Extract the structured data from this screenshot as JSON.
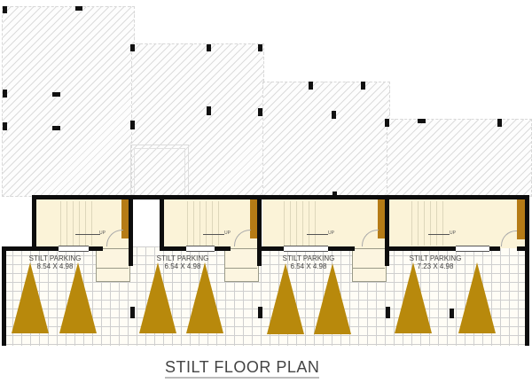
{
  "drawing": {
    "title": "STILT FLOOR PLAN",
    "units": [
      {
        "label": "STILT PARKING",
        "dimensions": "8.54 X 4.98",
        "stair_note": "UP"
      },
      {
        "label": "STILT PARKING",
        "dimensions": "6.54 X 4.98",
        "stair_note": "UP"
      },
      {
        "label": "STILT PARKING",
        "dimensions": "6.54 X 4.98",
        "stair_note": "UP"
      },
      {
        "label": "STILT PARKING",
        "dimensions": "7.23 X 4.98",
        "stair_note": "UP"
      }
    ],
    "colors": {
      "wall": "#0d0d0d",
      "parking_marker": "#b8890c",
      "stair_core": "#fbf3d8",
      "door_jamb": "#b57b16",
      "hatch": "#dcdcdc"
    }
  }
}
